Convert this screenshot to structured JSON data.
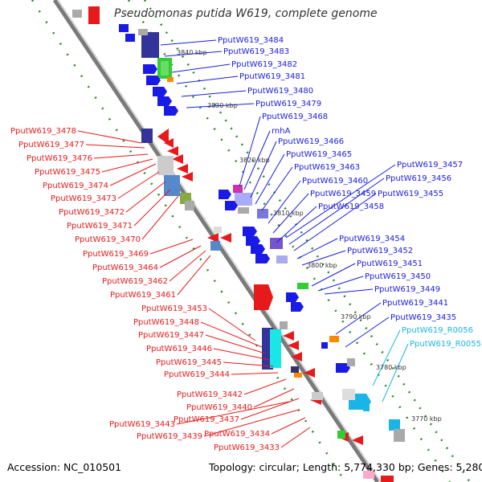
{
  "title": "Pseudomonas putida W619, complete genome",
  "accession_text": "Accession: NC_010501",
  "summary_text": "Topology: circular; Length: 5,774,330 bp; Genes: 5,280",
  "colors": {
    "forward_gene": "#1a1ae6",
    "reverse_gene": "#e61a1a",
    "rna_gene": "#1ab4e6",
    "gc_dots": "#228b22",
    "backbone": "#888888"
  },
  "tick_labels": [
    "3840 kbp",
    "3830 kbp",
    "3820 kbp",
    "3810 kbp",
    "3800 kbp",
    "3790 kbp",
    "3780 kbp",
    "3770 kbp"
  ],
  "right_labels": [
    "PputW619_3484",
    "PputW619_3483",
    "PputW619_3482",
    "PputW619_3481",
    "PputW619_3480",
    "PputW619_3479",
    "PputW619_3468",
    "rnhA",
    "PputW619_3466",
    "PputW619_3465",
    "PputW619_3463",
    "PputW619_3460",
    "PputW619_3459",
    "PputW619_3458",
    "PputW619_3457",
    "PputW619_3456",
    "PputW619_3455",
    "PputW619_3454",
    "PputW619_3452",
    "PputW619_3451",
    "PputW619_3450",
    "PputW619_3449",
    "PputW619_3441",
    "PputW619_3435",
    "PputW619_R0056",
    "PputW619_R0055"
  ],
  "left_labels": [
    "PputW619_3478",
    "PputW619_3477",
    "PputW619_3476",
    "PputW619_3475",
    "PputW619_3474",
    "PputW619_3473",
    "PputW619_3472",
    "PputW619_3471",
    "PputW619_3470",
    "PputW619_3469",
    "PputW619_3464",
    "PputW619_3462",
    "PputW619_3461",
    "PputW619_3453",
    "PputW619_3448",
    "PputW619_3447",
    "PputW619_3446",
    "PputW619_3445",
    "PputW619_3444",
    "PputW619_3442",
    "PputW619_3440",
    "PputW619_3437",
    "PputW619_3443",
    "PputW619_3439",
    "PputW619_3434",
    "PputW619_3433"
  ]
}
